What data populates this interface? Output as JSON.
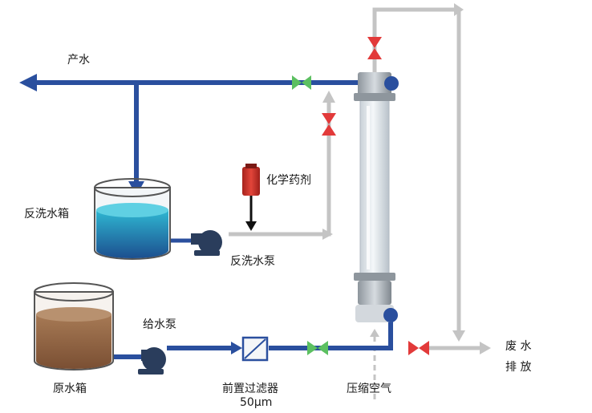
{
  "labels": {
    "product_water": "产水",
    "backwash_tank": "反洗水箱",
    "chemical_agent": "化学药剂",
    "backwash_pump": "反洗水泵",
    "raw_water_tank": "原水箱",
    "feed_pump": "给水泵",
    "prefilter": "前置过滤器",
    "prefilter_size": "50μm",
    "compressed_air": "压缩空气",
    "waste_water_1": "废 水",
    "waste_water_2": "排 放"
  },
  "colors": {
    "main_pipe": "#2a4f9e",
    "gray_pipe": "#c4c4c4",
    "valve_green": "#5cc061",
    "valve_red": "#e23a3a",
    "backwash_water": "#2fb2cf",
    "raw_water": "#9c6f4c",
    "pump": "#2a3d5c",
    "chemical": "#d63a30"
  }
}
